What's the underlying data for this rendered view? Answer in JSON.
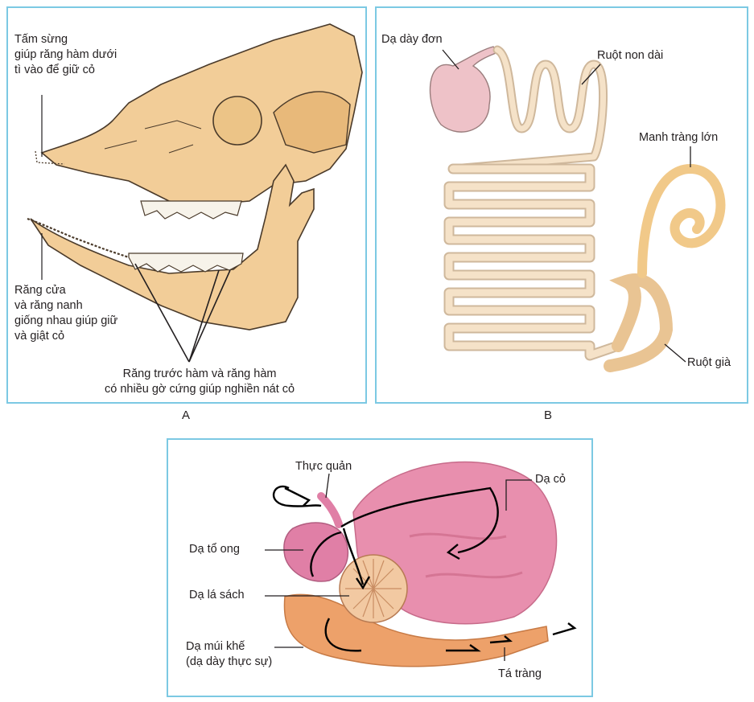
{
  "panelA": {
    "caption": "A",
    "labels": {
      "horn_plate": [
        "Tấm sừng",
        "giúp răng hàm dưới",
        "tì vào để giữ cỏ"
      ],
      "incisors": [
        "Răng cửa",
        "và răng nanh",
        "giống nhau giúp giữ",
        "và giật cỏ"
      ],
      "molars": [
        "Răng trước hàm và răng hàm",
        "có nhiều gờ cứng giúp nghiền nát cỏ"
      ]
    }
  },
  "panelB": {
    "caption": "B",
    "labels": {
      "stomach": "Dạ dày đơn",
      "small_intestine": "Ruột non dài",
      "caecum": "Manh tràng lớn",
      "large_intestine": "Ruột già"
    }
  },
  "panelC": {
    "labels": {
      "esophagus": "Thực quản",
      "rumen": "Dạ cỏ",
      "reticulum": "Dạ tổ ong",
      "omasum": "Dạ lá sách",
      "abomasum": [
        "Dạ múi khế",
        "(dạ dày thực sự)"
      ],
      "duodenum": "Tá tràng"
    }
  },
  "colors": {
    "panel_border": "#7cc9e3",
    "bone": "#f2cd98",
    "bone_outline": "#4a3a2a",
    "stomach_pink": "#eec2c8",
    "intestine_fill": "#f5e2c8",
    "caecum": "#f1c989",
    "rumen_pink": "#e88fae",
    "abomasum_orange": "#eda16a"
  }
}
